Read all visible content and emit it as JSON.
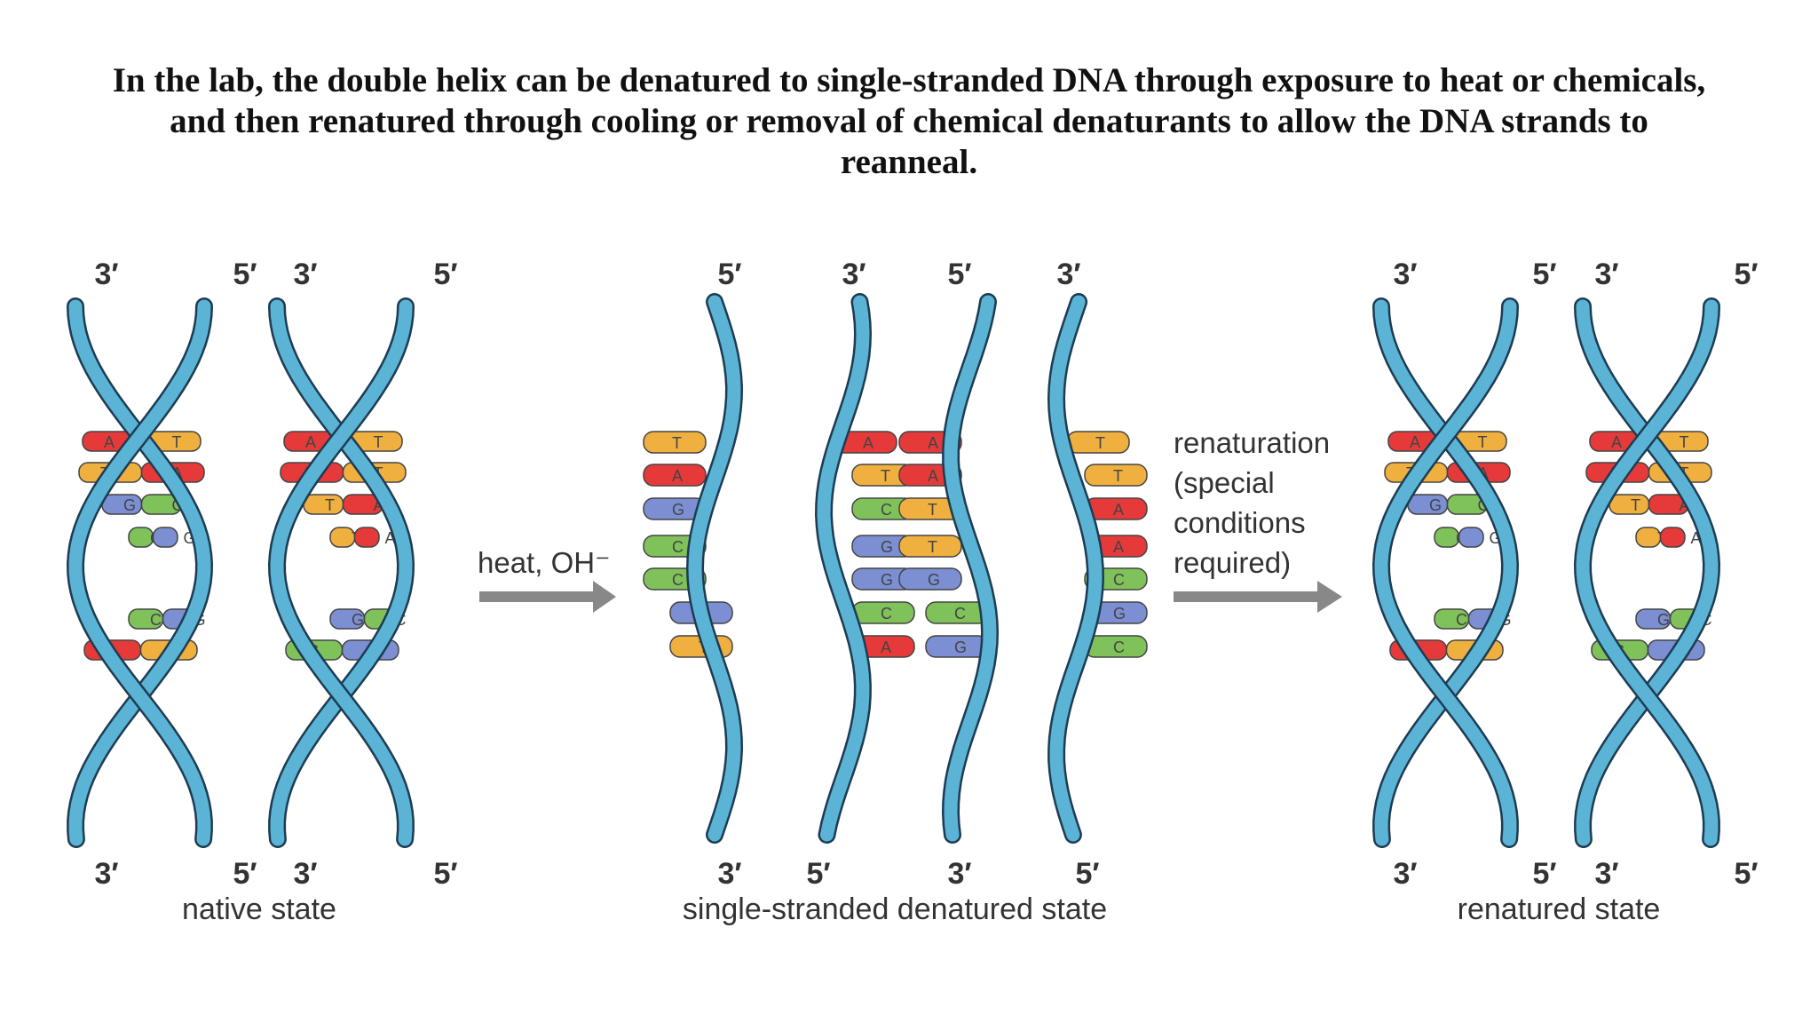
{
  "caption": "In the lab, the double helix can be denatured to single-stranded DNA through exposure to heat or chemicals, and then renatured through cooling or removal of chemical denaturants to allow the DNA strands to reanneal.",
  "colors": {
    "strand": "#5bb4d6",
    "strand_edge": "#1d3c52",
    "A": "#e63a3a",
    "T": "#f0b040",
    "G": "#7b8fd2",
    "C": "#80c25a",
    "arrow": "#888888"
  },
  "native": {
    "label": "native state",
    "end_labels": {
      "top": [
        "3′",
        "5′",
        "3′",
        "5′"
      ],
      "bottom": [
        "3′",
        "5′",
        "3′",
        "5′"
      ]
    },
    "helices": [
      {
        "upper_pairs": [
          [
            "A",
            "T"
          ],
          [
            "T",
            "A"
          ],
          [
            "G",
            "C"
          ],
          [
            "C",
            "G"
          ]
        ],
        "lower_pairs": [
          [
            "C",
            "G"
          ],
          [
            "A",
            "T"
          ]
        ]
      },
      {
        "upper_pairs": [
          [
            "A",
            "T"
          ],
          [
            "A",
            "T"
          ],
          [
            "T",
            "A"
          ],
          [
            "T",
            "A"
          ]
        ],
        "lower_pairs": [
          [
            "G",
            "C"
          ],
          [
            "C",
            "G"
          ]
        ]
      }
    ]
  },
  "denatured": {
    "label": "single-stranded denatured state",
    "end_labels": {
      "top": [
        "5′",
        "3′",
        "5′",
        "3′"
      ],
      "bottom": [
        "3′",
        "5′",
        "3′",
        "5′"
      ]
    },
    "strands": [
      {
        "side": "left",
        "bases": [
          "T",
          "A",
          "G",
          "C",
          "C",
          "G",
          "T"
        ]
      },
      {
        "side": "right",
        "bases": [
          "A",
          "T",
          "C",
          "G",
          "G",
          "C",
          "A"
        ]
      },
      {
        "side": "left",
        "bases": [
          "A",
          "A",
          "T",
          "T",
          "G",
          "C",
          "G"
        ]
      },
      {
        "side": "right",
        "bases": [
          "T",
          "T",
          "A",
          "A",
          "C",
          "G",
          "C"
        ]
      }
    ]
  },
  "arrow1": {
    "label": "heat, OH⁻"
  },
  "arrow2": {
    "lines": [
      "renaturation",
      "(special",
      "conditions",
      "required)"
    ]
  },
  "renatured": {
    "label": "renatured state",
    "end_labels": {
      "top": [
        "3′",
        "5′",
        "3′",
        "5′"
      ],
      "bottom": [
        "3′",
        "5′",
        "3′",
        "5′"
      ]
    },
    "helices": [
      {
        "upper_pairs": [
          [
            "A",
            "T"
          ],
          [
            "T",
            "A"
          ],
          [
            "G",
            "C"
          ],
          [
            "C",
            "G"
          ]
        ],
        "lower_pairs": [
          [
            "C",
            "G"
          ],
          [
            "A",
            "T"
          ]
        ]
      },
      {
        "upper_pairs": [
          [
            "A",
            "T"
          ],
          [
            "A",
            "T"
          ],
          [
            "T",
            "A"
          ],
          [
            "T",
            "A"
          ]
        ],
        "lower_pairs": [
          [
            "G",
            "C"
          ],
          [
            "C",
            "G"
          ]
        ]
      }
    ]
  }
}
